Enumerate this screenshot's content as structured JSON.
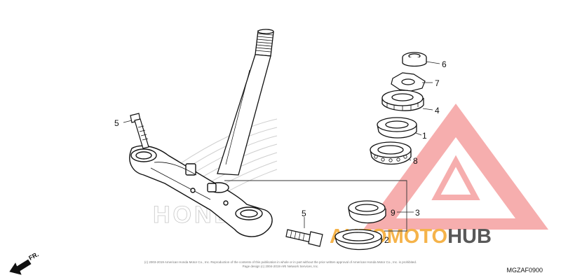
{
  "callouts": [
    {
      "id": "5a",
      "label": "5"
    },
    {
      "id": "6",
      "label": "6"
    },
    {
      "id": "7",
      "label": "7"
    },
    {
      "id": "4",
      "label": "4"
    },
    {
      "id": "1",
      "label": "1"
    },
    {
      "id": "8",
      "label": "8"
    },
    {
      "id": "9",
      "label": "9"
    },
    {
      "id": "3",
      "label": "3"
    },
    {
      "id": "5b",
      "label": "5"
    },
    {
      "id": "2",
      "label": "2"
    }
  ],
  "direction_label": "FR.",
  "diagram_code": "MGZAF0900",
  "watermark": {
    "brand": "HONDA",
    "logo_part1": "AUTOMOTO",
    "logo_part2": "HUB",
    "color_main": "#f4a0a0",
    "color_orange": "#f5b34a",
    "color_dark": "#595959"
  },
  "copyright_lines": [
    "(c) 2003-2019 American Honda Motor Co., Inc. Reproduction of the contents of this publication in whole or in part without the prior written approval of American Honda Motor Co., Inc. is prohibited.",
    "Page design (c) 2004-2019 ARI Network Services, Inc."
  ]
}
